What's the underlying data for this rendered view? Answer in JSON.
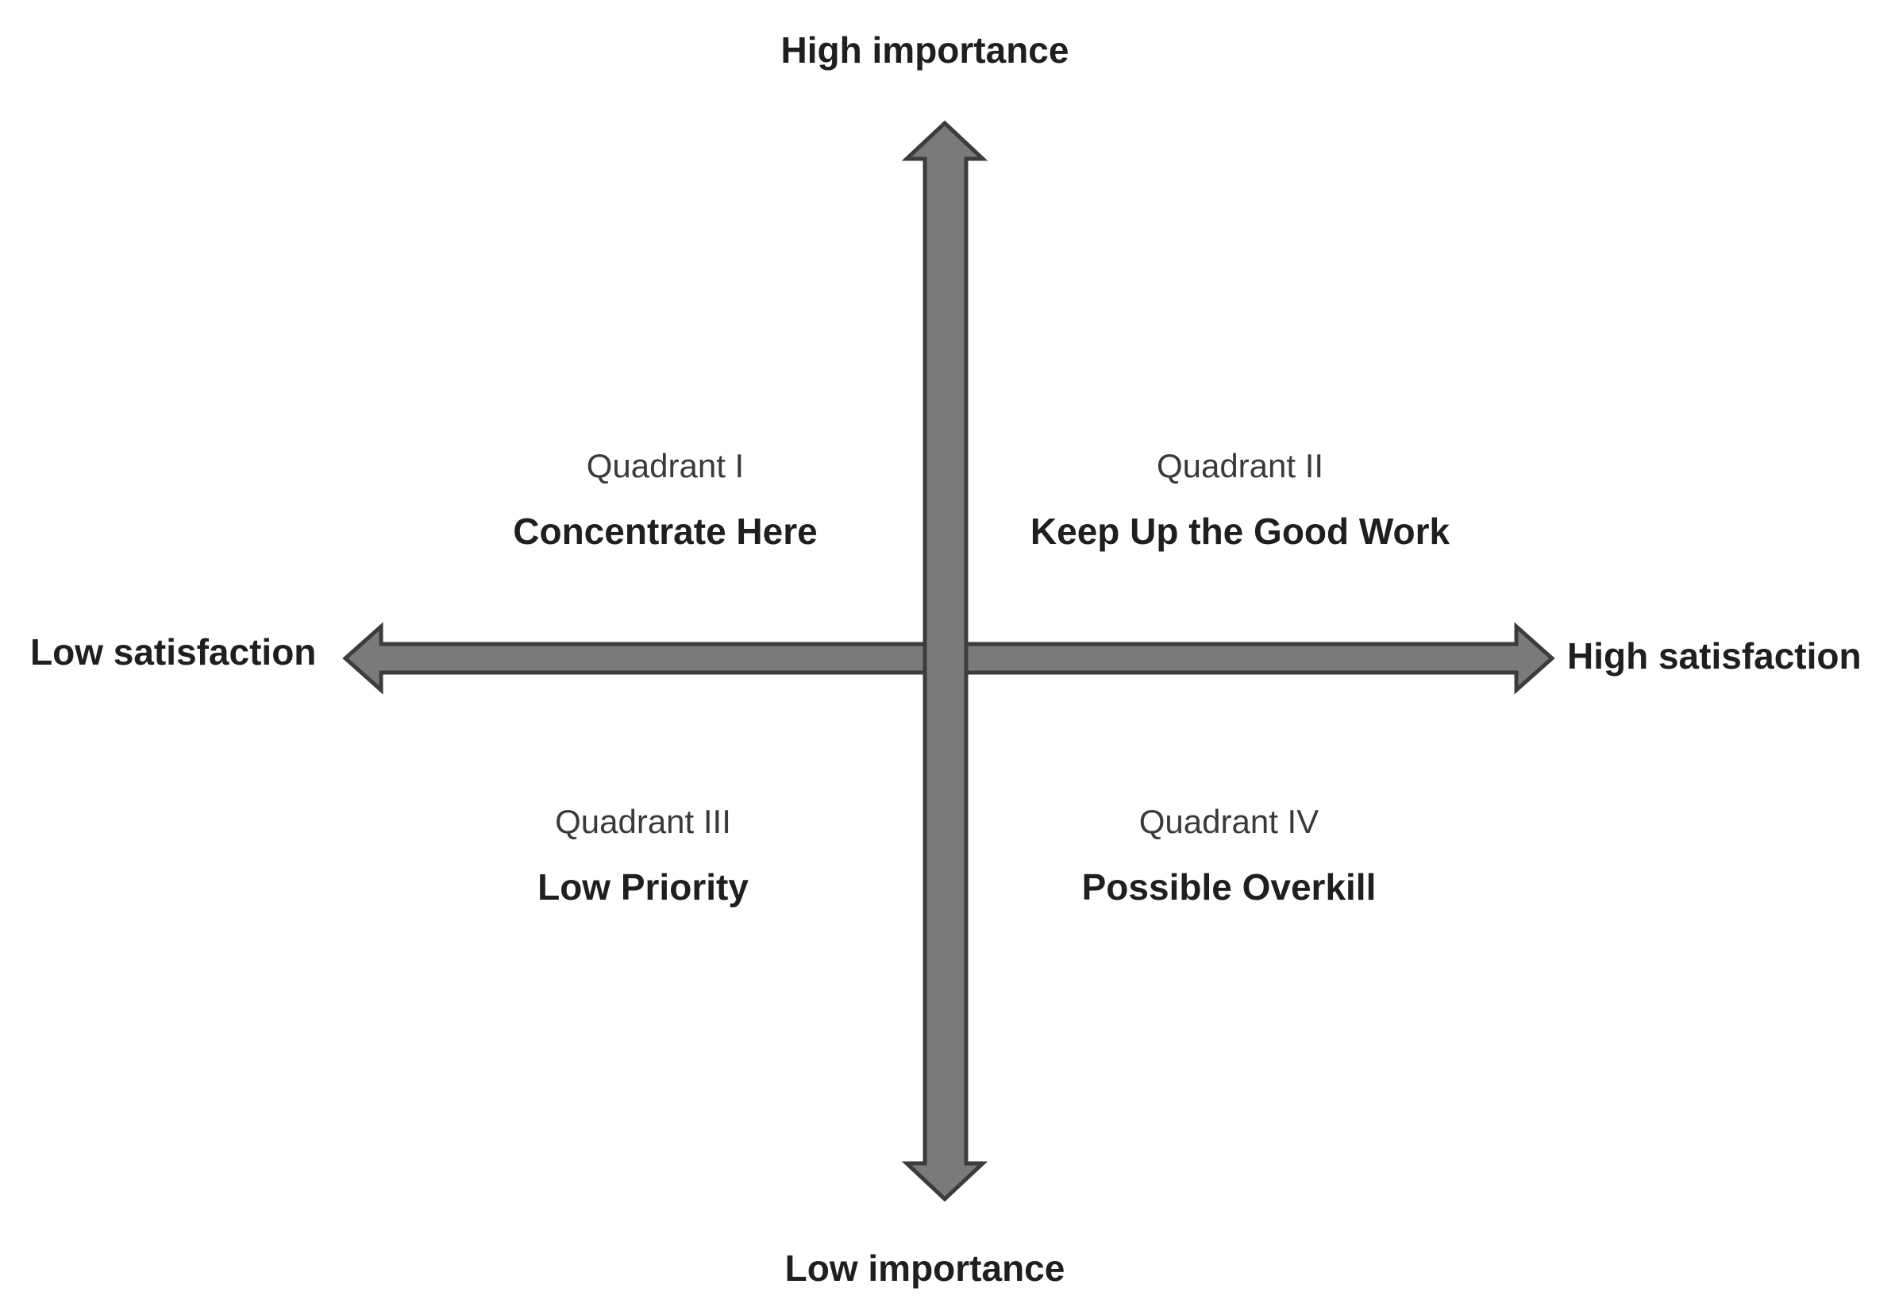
{
  "diagram": {
    "axes": {
      "vertical": {
        "top_label": "High importance",
        "bottom_label": "Low importance"
      },
      "horizontal": {
        "left_label": "Low satisfaction",
        "right_label": "High satisfaction"
      },
      "arrow_fill": "#7a7a7a",
      "arrow_stroke": "#3c3c3c"
    },
    "quadrants": [
      {
        "number": "Quadrant I",
        "title": "Concentrate Here"
      },
      {
        "number": "Quadrant II",
        "title": "Keep Up the Good Work"
      },
      {
        "number": "Quadrant III",
        "title": "Low Priority"
      },
      {
        "number": "Quadrant IV",
        "title": "Possible Overkill"
      }
    ]
  }
}
